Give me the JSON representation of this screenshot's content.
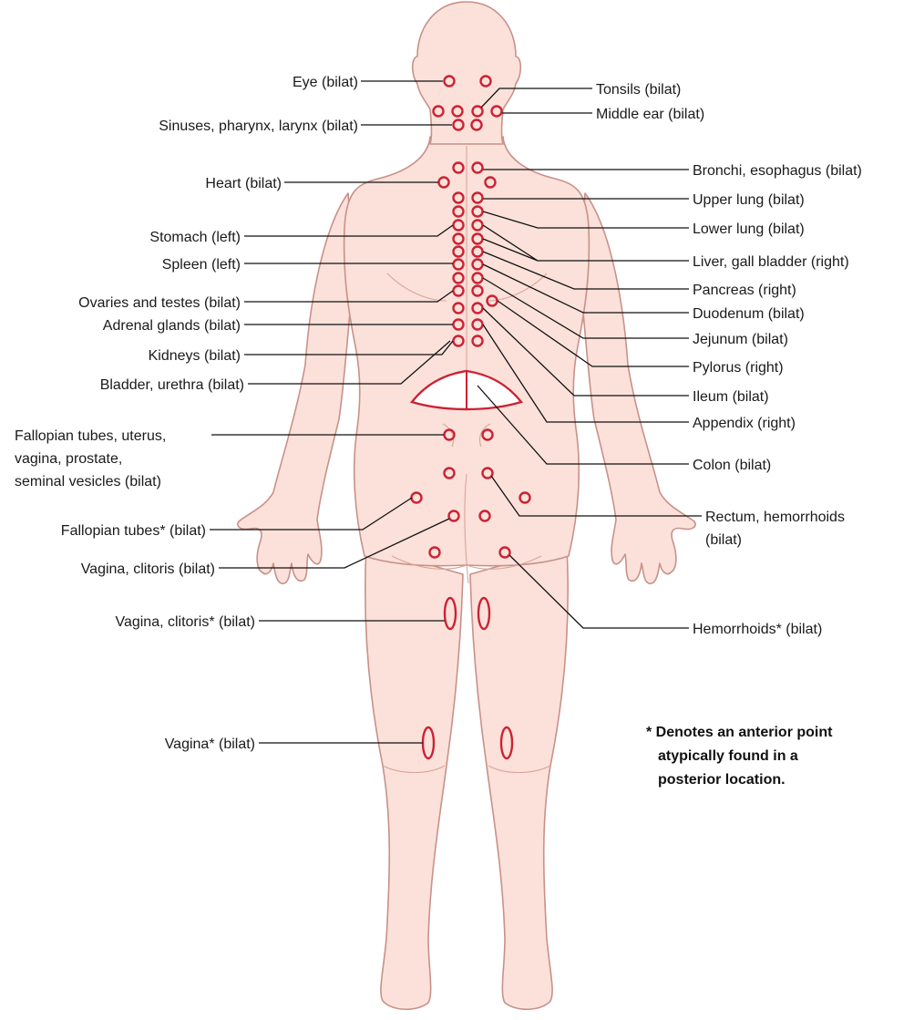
{
  "colors": {
    "skin": "#fbe1da",
    "outline": "#c8918a",
    "point": "#cc2233",
    "line": "#111111"
  },
  "labels_left": [
    {
      "id": "eye",
      "text": "Eye (bilat)"
    },
    {
      "id": "sinuses",
      "text": "Sinuses, pharynx, larynx (bilat)"
    },
    {
      "id": "heart",
      "text": "Heart (bilat)"
    },
    {
      "id": "stomach",
      "text": "Stomach (left)"
    },
    {
      "id": "spleen",
      "text": "Spleen (left)"
    },
    {
      "id": "ovaries",
      "text": "Ovaries and testes (bilat)"
    },
    {
      "id": "adrenal",
      "text": "Adrenal glands (bilat)"
    },
    {
      "id": "kidneys",
      "text": "Kidneys (bilat)"
    },
    {
      "id": "bladder",
      "text": "Bladder, urethra (bilat)"
    },
    {
      "id": "fallopian-uterus",
      "text": [
        "Fallopian tubes, uterus,",
        "vagina, prostate,",
        "seminal vesicles (bilat)"
      ]
    },
    {
      "id": "fallopian-ant",
      "text": "Fallopian tubes* (bilat)"
    },
    {
      "id": "vagina-clitoris",
      "text": "Vagina, clitoris (bilat)"
    },
    {
      "id": "vagina-clitoris-ant",
      "text": "Vagina, clitoris* (bilat)"
    },
    {
      "id": "vagina-ant",
      "text": "Vagina* (bilat)"
    }
  ],
  "labels_right": [
    {
      "id": "tonsils",
      "text": "Tonsils (bilat)"
    },
    {
      "id": "middle-ear",
      "text": "Middle ear (bilat)"
    },
    {
      "id": "bronchi",
      "text": "Bronchi, esophagus (bilat)"
    },
    {
      "id": "upper-lung",
      "text": "Upper lung (bilat)"
    },
    {
      "id": "lower-lung",
      "text": "Lower lung (bilat)"
    },
    {
      "id": "liver",
      "text": "Liver, gall bladder (right)"
    },
    {
      "id": "pancreas",
      "text": "Pancreas (right)"
    },
    {
      "id": "duodenum",
      "text": "Duodenum (bilat)"
    },
    {
      "id": "jejunum",
      "text": "Jejunum (bilat)"
    },
    {
      "id": "pylorus",
      "text": "Pylorus (right)"
    },
    {
      "id": "ileum",
      "text": "Ileum (bilat)"
    },
    {
      "id": "appendix",
      "text": "Appendix (right)"
    },
    {
      "id": "colon",
      "text": "Colon (bilat)"
    },
    {
      "id": "rectum",
      "text": [
        "Rectum, hemorrhoids",
        "(bilat)"
      ]
    },
    {
      "id": "hemorrhoids-ant",
      "text": "Hemorrhoids* (bilat)"
    }
  ],
  "footnote": [
    "* Denotes an anterior point",
    "atypically found in a",
    "posterior location."
  ]
}
